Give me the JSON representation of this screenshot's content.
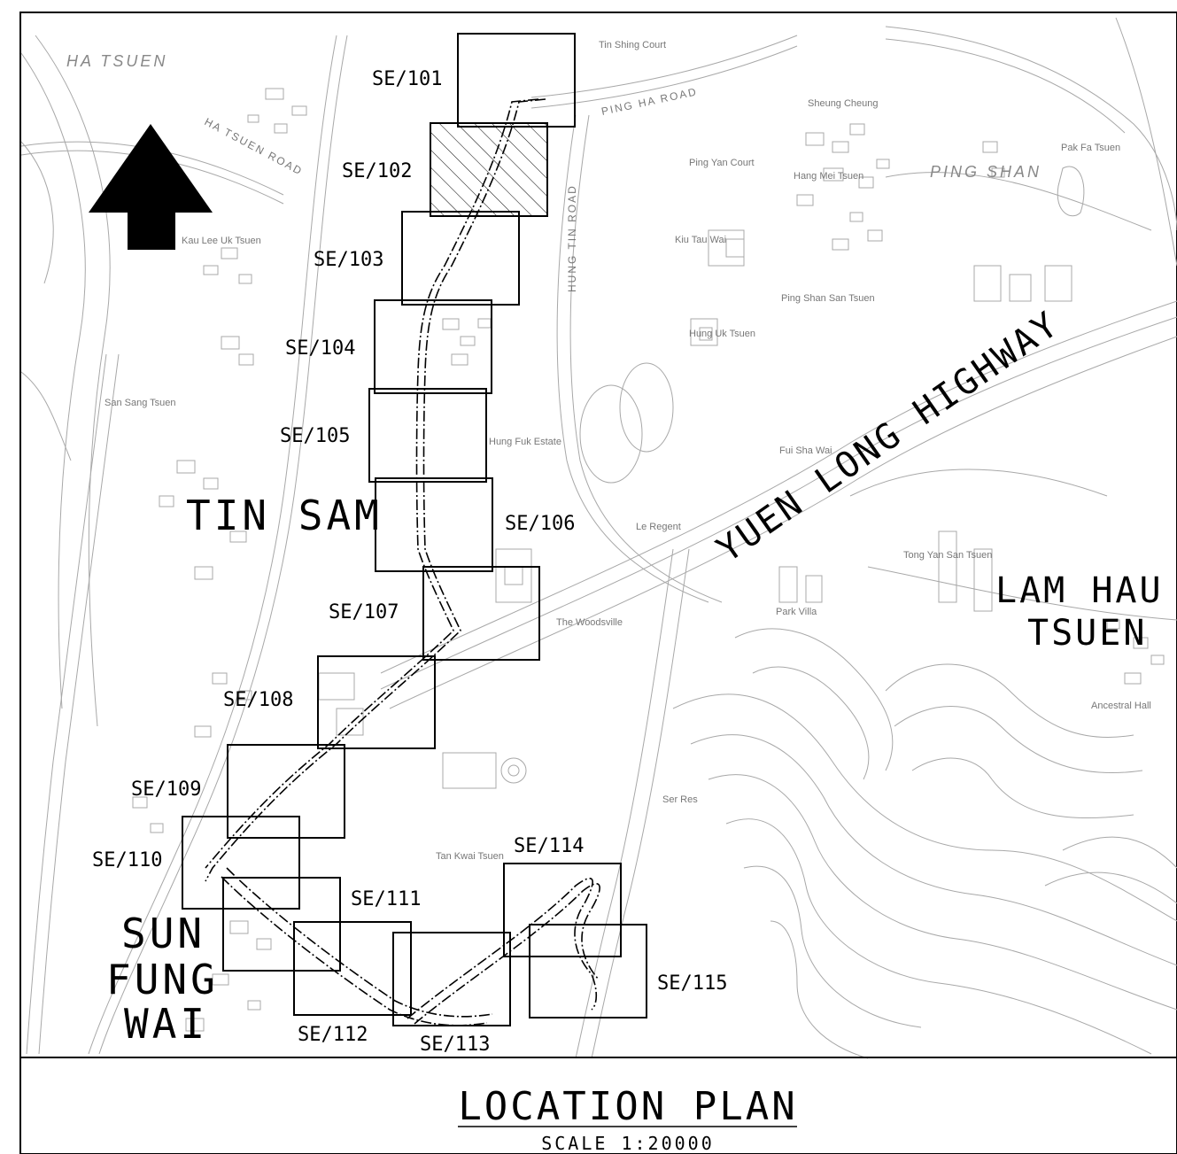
{
  "title": "LOCATION PLAN",
  "scale": "SCALE  1:20000",
  "areas": {
    "tin_sam": "TIN SAM",
    "sun": "SUN",
    "fung": "FUNG",
    "wai": "WAI",
    "lam_hau": "LAM HAU",
    "tsuen": "TSUEN",
    "highway": "YUEN LONG HIGHWAY"
  },
  "sheets": [
    "SE/101",
    "SE/102",
    "SE/103",
    "SE/104",
    "SE/105",
    "SE/106",
    "SE/107",
    "SE/108",
    "SE/109",
    "SE/110",
    "SE/111",
    "SE/112",
    "SE/113",
    "SE/114",
    "SE/115"
  ],
  "places": {
    "ha_tsuen": "HA TSUEN",
    "ping_shan": "PING SHAN",
    "kau_lee_uk": "Kau Lee Uk Tsuen",
    "san_sang": "San Sang Tsuen",
    "tin_shing_court": "Tin Shing Court",
    "ping_yan_court": "Ping Yan Court",
    "hang_mei": "Hang Mei Tsuen",
    "sheung_cheung": "Sheung Cheung",
    "pak_fa": "Pak Fa Tsuen",
    "ping_shan_san": "Ping Shan San Tsuen",
    "hung_uk": "Hung Uk Tsuen",
    "kiu_tau_wai": "Kiu Tau Wai",
    "hung_fuk": "Hung Fuk Estate",
    "fui_sha_wai": "Fui Sha Wai",
    "tong_yan": "Tong Yan San Tsuen",
    "park_villa": "Park Villa",
    "the_woodsville": "The Woodsville",
    "le_regent": "Le Regent",
    "ser_res": "Ser Res",
    "tan_kwai": "Tan Kwai Tsuen",
    "ancestral_hall": "Ancestral Hall",
    "ping_ha_road": "PING HA ROAD",
    "hung_tin_road": "HUNG TIN ROAD",
    "ha_tsuen_road": "HA TSUEN ROAD"
  }
}
